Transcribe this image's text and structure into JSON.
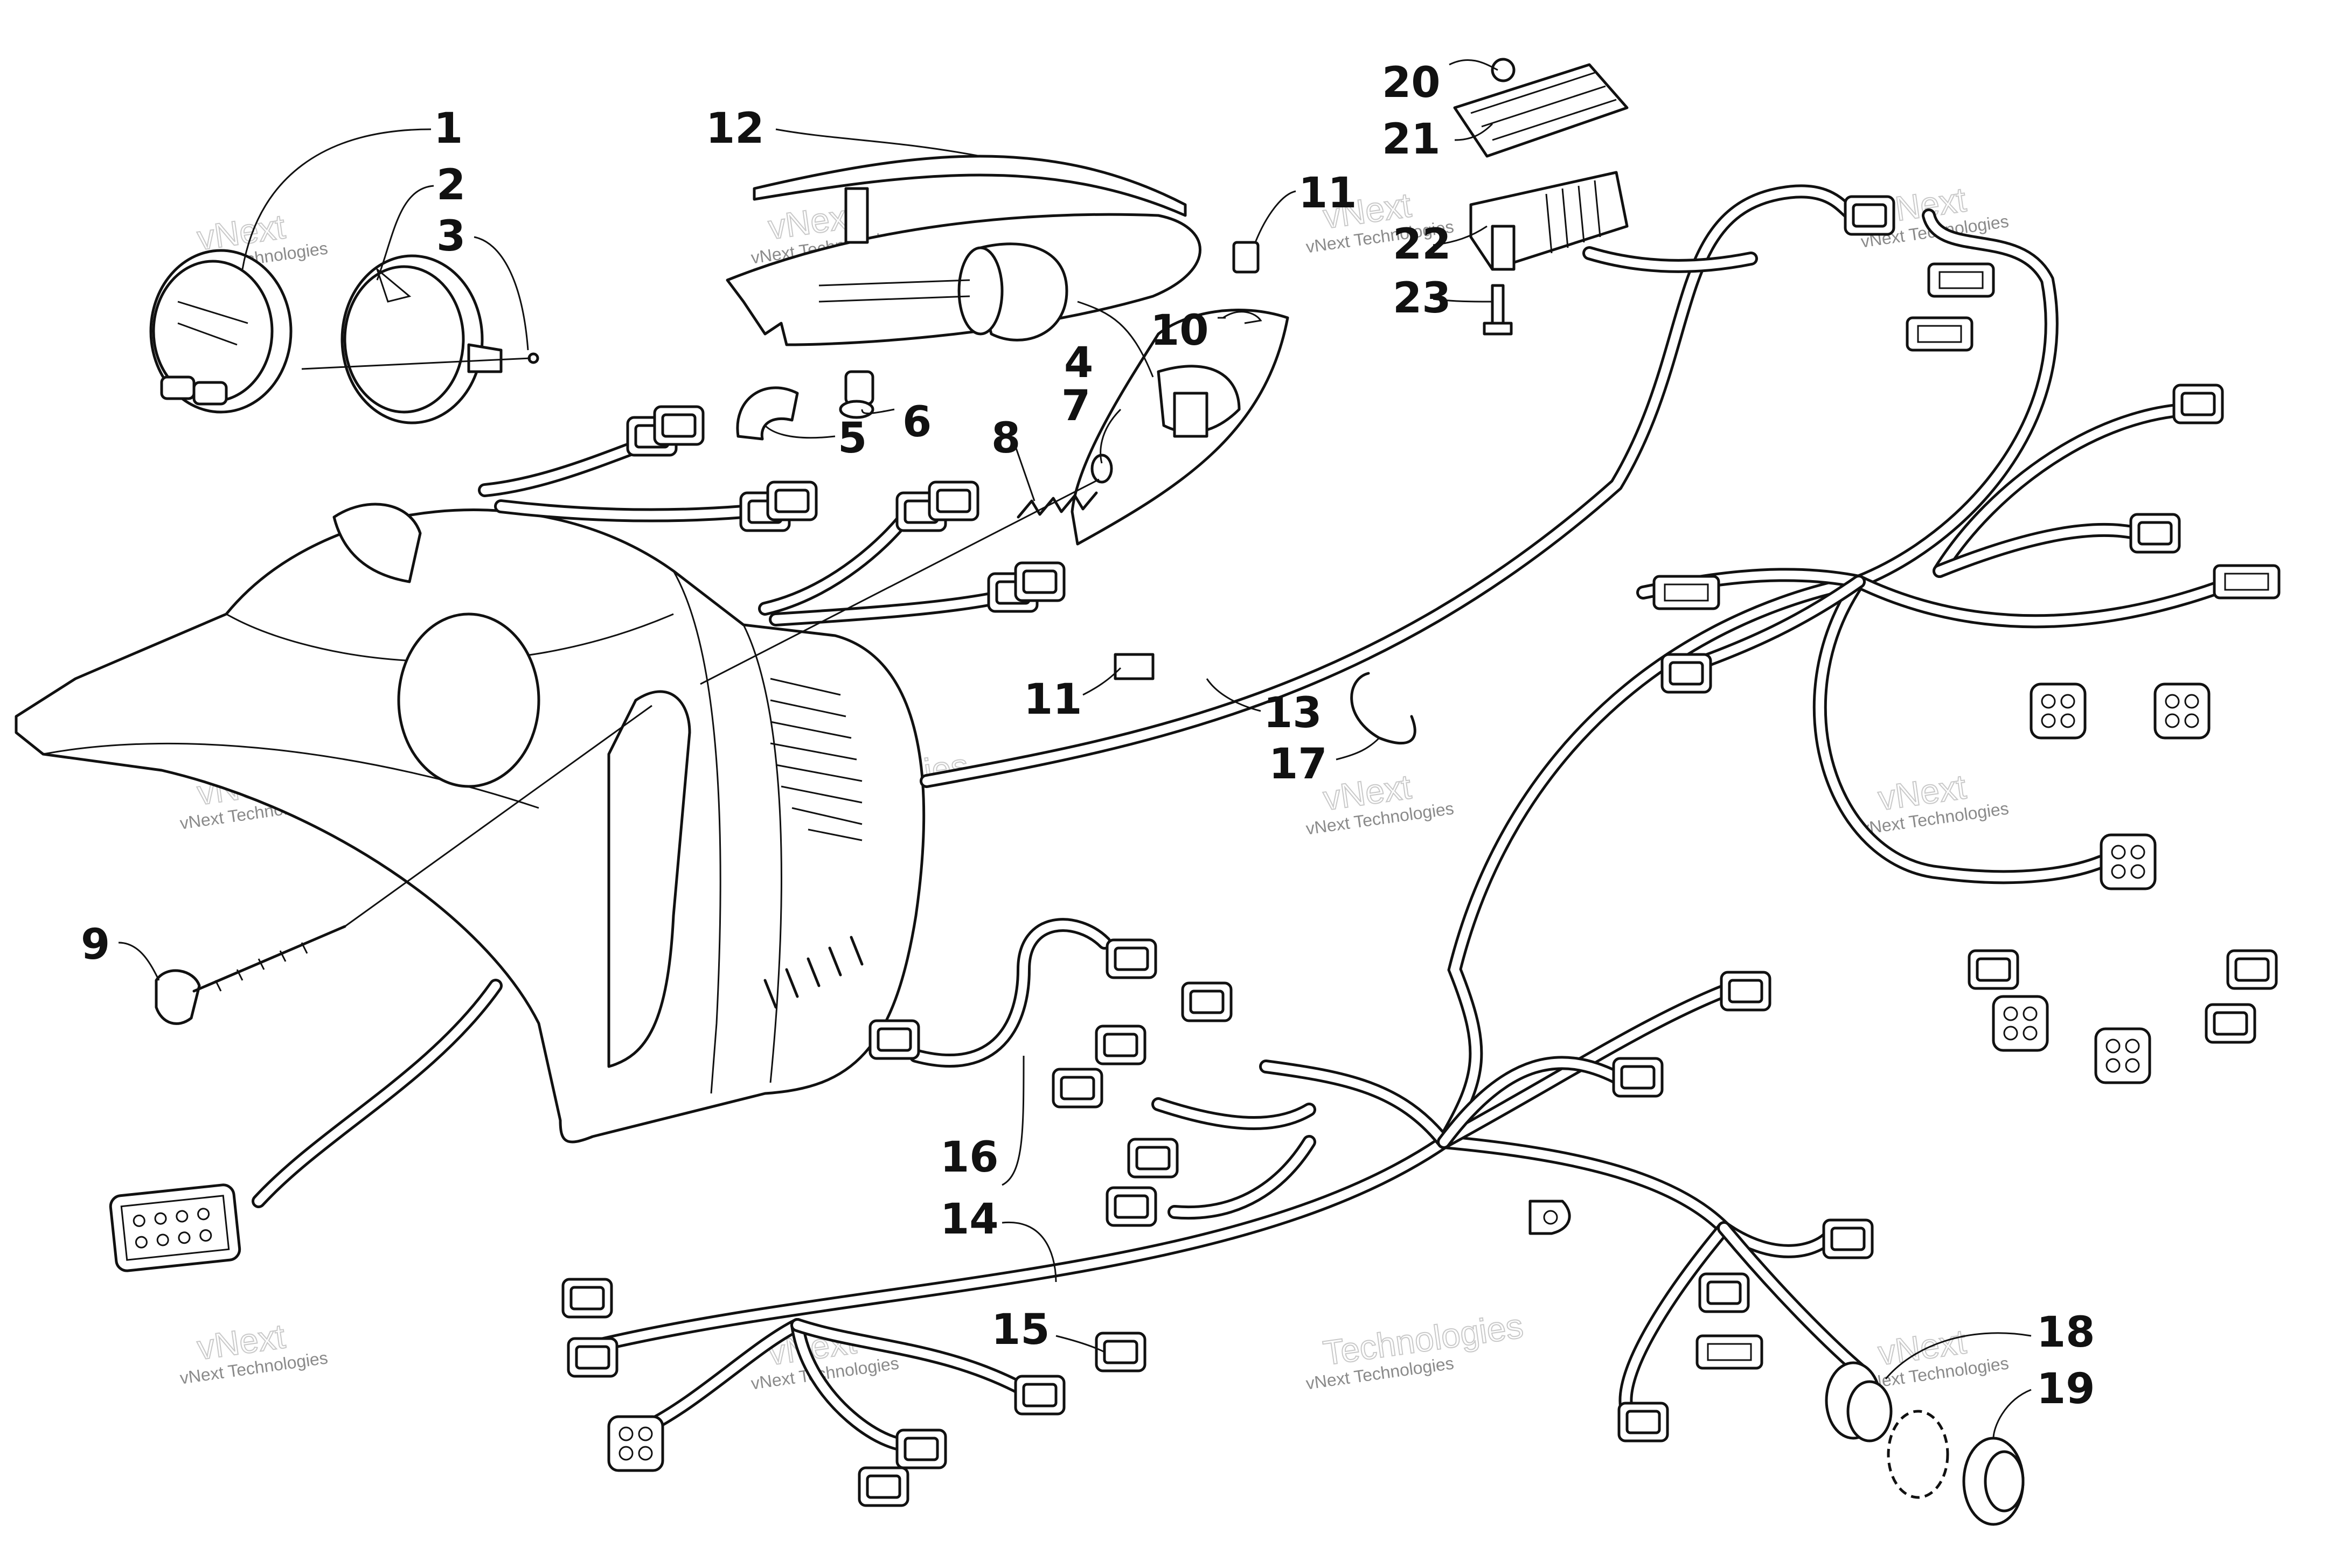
{
  "callouts": [
    {
      "label": "1"
    },
    {
      "label": "2"
    },
    {
      "label": "3"
    },
    {
      "label": "4"
    },
    {
      "label": "5"
    },
    {
      "label": "6"
    },
    {
      "label": "7"
    },
    {
      "label": "8"
    },
    {
      "label": "9"
    },
    {
      "label": "10"
    },
    {
      "label": "11"
    },
    {
      "label": "11"
    },
    {
      "label": "12"
    },
    {
      "label": "13"
    },
    {
      "label": "14"
    },
    {
      "label": "15"
    },
    {
      "label": "16"
    },
    {
      "label": "17"
    },
    {
      "label": "18"
    },
    {
      "label": "19"
    },
    {
      "label": "20"
    },
    {
      "label": "21"
    },
    {
      "label": "22"
    },
    {
      "label": "23"
    }
  ],
  "watermark": {
    "line_small": "vNext Technologies",
    "line_big_1": "vNext",
    "line_big_2": "Technologies"
  }
}
